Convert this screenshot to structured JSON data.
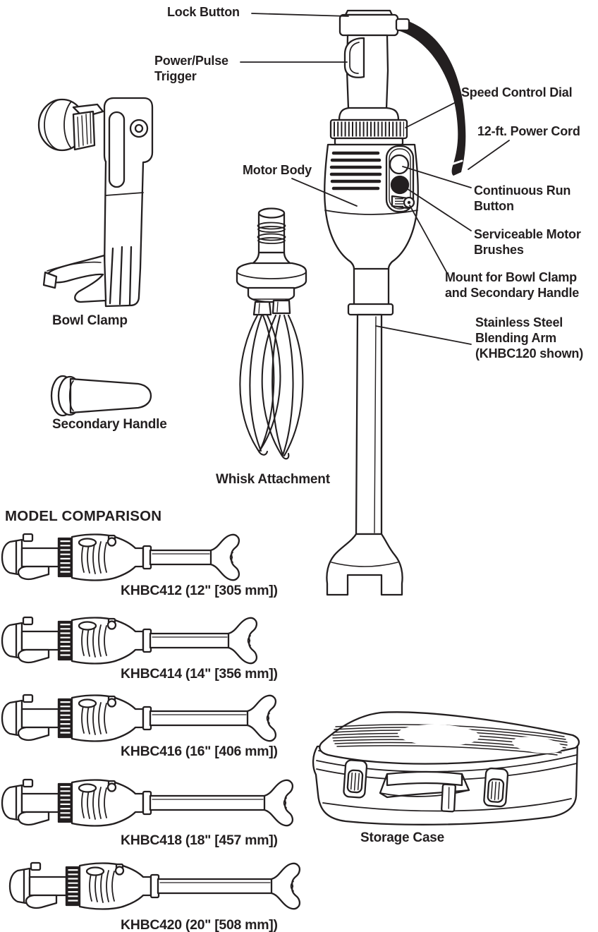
{
  "callouts": {
    "lock_button": [
      "Lock Button"
    ],
    "power_pulse_trigger": [
      "Power/Pulse",
      "Trigger"
    ],
    "speed_control_dial": [
      "Speed Control Dial"
    ],
    "power_cord": [
      "12-ft. Power Cord"
    ],
    "motor_body": [
      "Motor Body"
    ],
    "continuous_run_button": [
      "Continuous Run",
      "Button"
    ],
    "serviceable_motor_brushes": [
      "Serviceable Motor",
      "Brushes"
    ],
    "mount_for_bowl_clamp": [
      "Mount for Bowl Clamp",
      "and Secondary Handle"
    ],
    "stainless_steel_blending_arm": [
      "Stainless Steel",
      "Blending Arm",
      "(KHBC120 shown)"
    ]
  },
  "part_labels": {
    "bowl_clamp": "Bowl Clamp",
    "secondary_handle": "Secondary Handle",
    "whisk_attachment": "Whisk Attachment",
    "storage_case": "Storage Case"
  },
  "model_comparison": {
    "heading": "MODEL COMPARISON",
    "models": [
      {
        "label": "KHBC412 (12\" [305 mm])"
      },
      {
        "label": "KHBC414 (14\" [356 mm])"
      },
      {
        "label": "KHBC416 (16\" [406 mm])"
      },
      {
        "label": "KHBC418 (18\" [457 mm])"
      },
      {
        "label": "KHBC420 (20\" [508 mm])"
      }
    ]
  },
  "colors": {
    "ink": "#231f20",
    "background": "#ffffff"
  }
}
